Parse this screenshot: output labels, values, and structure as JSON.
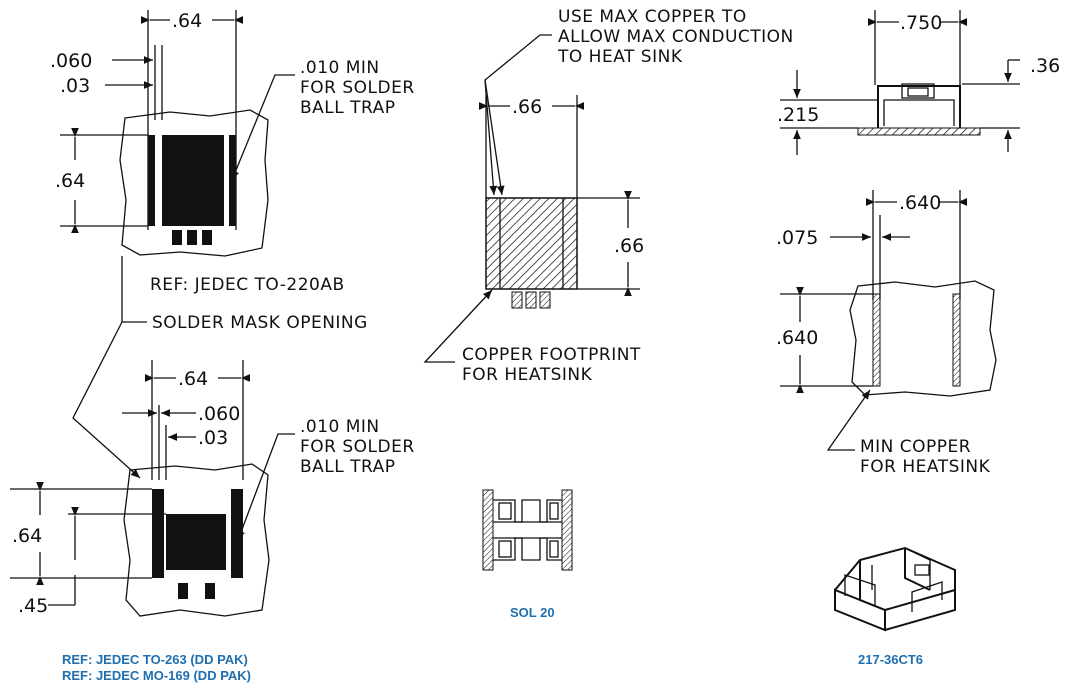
{
  "colors": {
    "caption": "#1f6fb0",
    "ink": "#111111"
  },
  "top_left": {
    "dim_width": ".64",
    "dim_060": ".060",
    "dim_03": ".03",
    "dim_height": ".64",
    "note_line1": ".010 MIN",
    "note_line2": "FOR SOLDER",
    "note_line3": "BALL TRAP",
    "ref": "REF: JEDEC TO-220AB",
    "mask": "SOLDER MASK OPENING"
  },
  "bottom_left": {
    "dim_width": ".64",
    "dim_060": ".060",
    "dim_03": ".03",
    "dim_height": ".64",
    "dim_45": ".45",
    "note_line1": ".010 MIN",
    "note_line2": "FOR SOLDER",
    "note_line3": "BALL TRAP",
    "caption1": "REF: JEDEC TO-263 (DD PAK)",
    "caption2": "REF: JEDEC MO-169 (DD PAK)"
  },
  "middle": {
    "note_line1": "USE MAX COPPER TO",
    "note_line2": "ALLOW MAX CONDUCTION",
    "note_line3": "TO HEAT SINK",
    "dim_width": ".66",
    "dim_height": ".66",
    "footprint_line1": "COPPER FOOTPRINT",
    "footprint_line2": "FOR HEATSINK",
    "sol_caption": "SOL 20"
  },
  "right": {
    "dim_750": ".750",
    "dim_36": ".36",
    "dim_215": ".215",
    "dim_640_w": ".640",
    "dim_075": ".075",
    "dim_640_h": ".640",
    "min_line1": "MIN COPPER",
    "min_line2": "FOR HEATSINK",
    "part_caption": "217-36CT6"
  }
}
